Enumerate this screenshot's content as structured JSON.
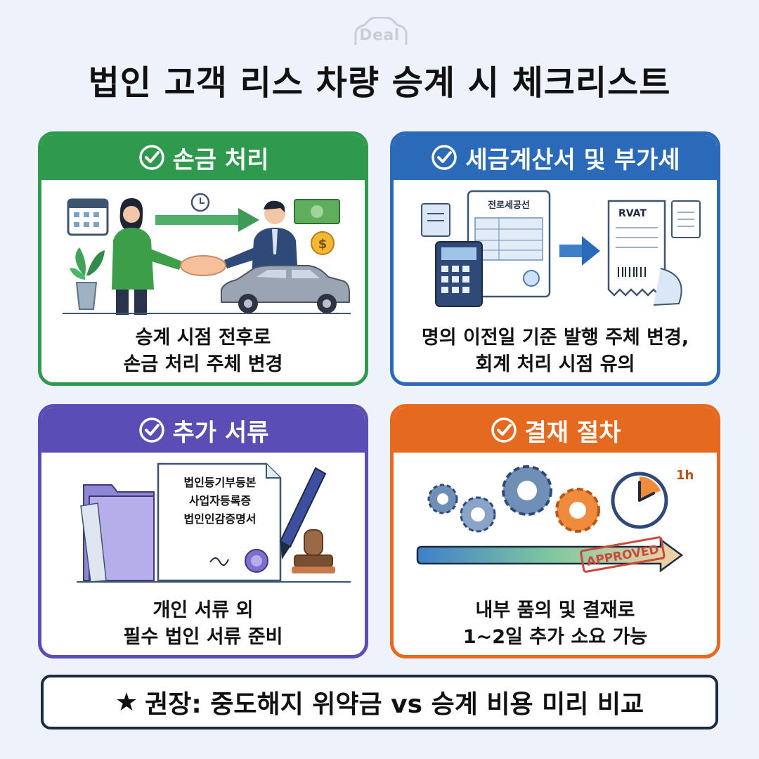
{
  "logo": {
    "text": "Deal"
  },
  "title": "법인 고객 리스 차량 승계 시 체크리스트",
  "cards": [
    {
      "title": "손금 처리",
      "desc": [
        "승계 시점 전후로",
        "손금 처리 주체 변경"
      ],
      "color": "#2f9a4d"
    },
    {
      "title": "세금계산서 및 부가세",
      "desc": [
        "명의 이전일 기준 발행 주체 변경,",
        "회계 처리 시점 유의"
      ],
      "doc_label": "전로세공선",
      "receipt_label": "RVAT",
      "color": "#2a6ab8"
    },
    {
      "title": "추가 서류",
      "desc": [
        "개인 서류 외",
        "필수 법인 서류 준비"
      ],
      "doc_lines": [
        "법인등기부등본",
        "사업자등록증",
        "법인인감증명서"
      ],
      "color": "#5a4db4"
    },
    {
      "title": "결재 절차",
      "desc": [
        "내부 품의 및 결재로",
        "1~2일 추가 소요 가능"
      ],
      "clock_label": "1h",
      "stamp_label": "APPROVED",
      "color": "#e56a20"
    }
  ],
  "recommend": {
    "icon": "star-icon",
    "text": "권장: 중도해지 위약금 vs 승계 비용 미리 비교"
  }
}
